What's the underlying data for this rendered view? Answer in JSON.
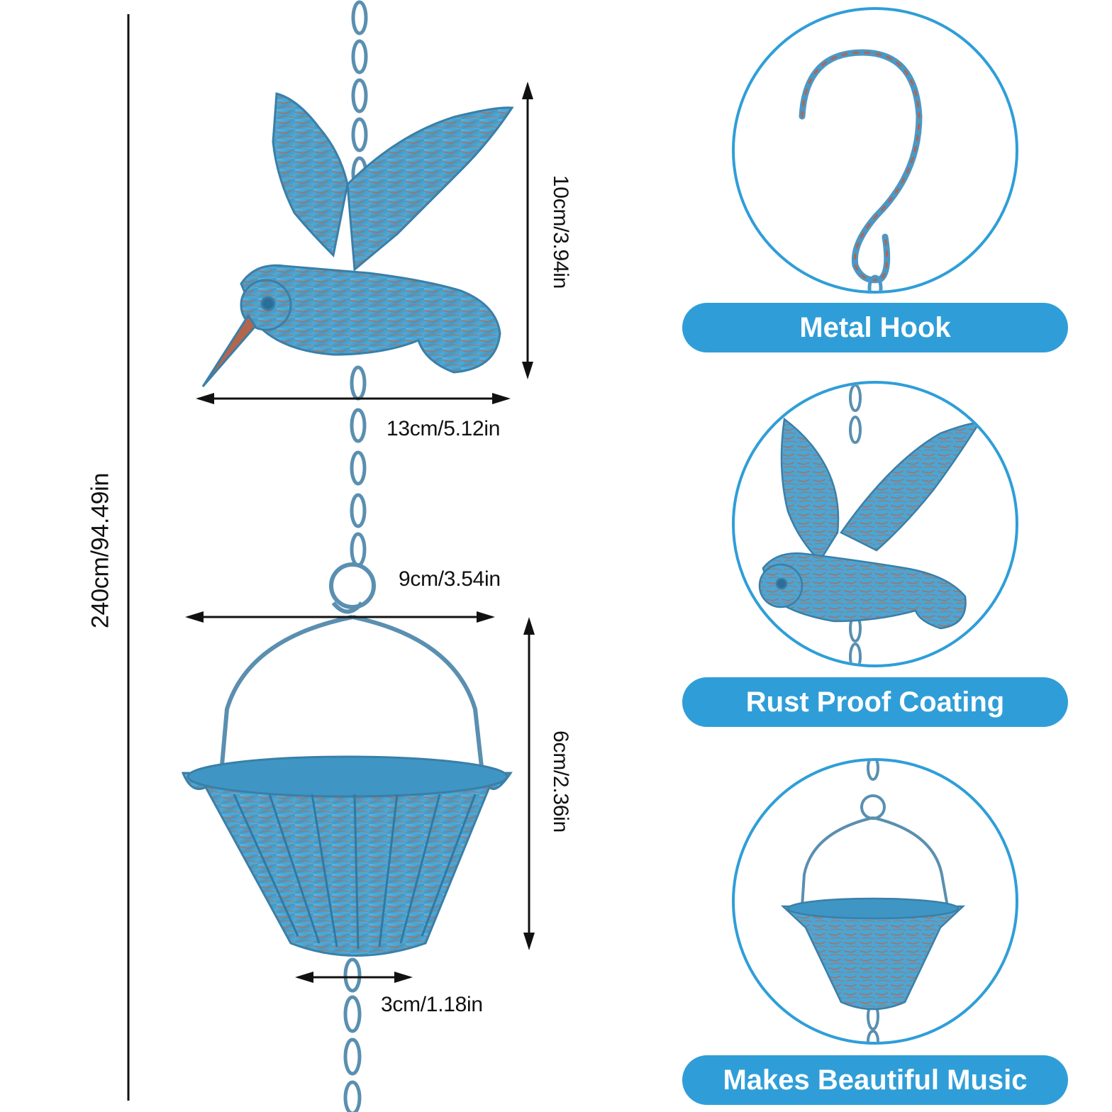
{
  "dimensions": {
    "total_length": "240cm/94.49in",
    "bird_height": "10cm/3.94in",
    "bird_width": "13cm/5.12in",
    "cup_width": "9cm/3.54in",
    "cup_height": "6cm/2.36in",
    "cup_bottom": "3cm/1.18in"
  },
  "features": [
    {
      "label": "Metal Hook",
      "icon": "metal-hook-icon"
    },
    {
      "label": "Rust Proof Coating",
      "icon": "hummingbird-icon"
    },
    {
      "label": "Makes Beautiful Music",
      "icon": "cup-icon"
    }
  ],
  "colors": {
    "accent": "#2f9ed8",
    "metal_blue": "#4aa6d6",
    "copper": "#b5654a",
    "line": "#111111"
  }
}
